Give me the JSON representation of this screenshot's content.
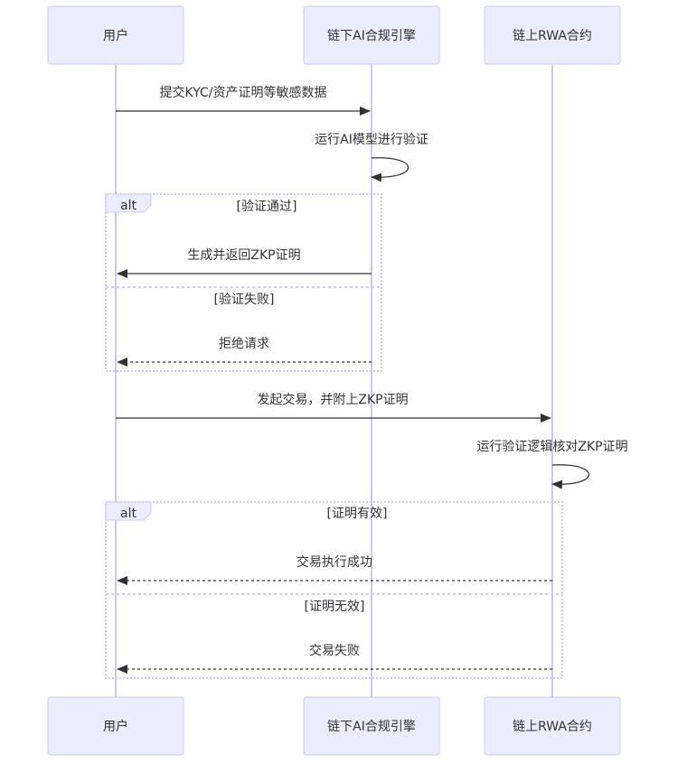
{
  "actors": [
    {
      "id": "user",
      "label": "用户"
    },
    {
      "id": "engine",
      "label": "链下AI合规引擎"
    },
    {
      "id": "contract",
      "label": "链上RWA合约"
    }
  ],
  "messages": [
    {
      "id": "m1",
      "from": "user",
      "to": "engine",
      "style": "solid",
      "text": "提交KYC/资产证明等敏感数据"
    },
    {
      "id": "m2",
      "from": "engine",
      "to": "engine",
      "style": "solid",
      "text": "运行AI模型进行验证"
    },
    {
      "id": "m3",
      "from": "engine",
      "to": "user",
      "style": "solid",
      "text": "生成并返回ZKP证明"
    },
    {
      "id": "m4",
      "from": "engine",
      "to": "user",
      "style": "dashed",
      "text": "拒绝请求"
    },
    {
      "id": "m5",
      "from": "user",
      "to": "contract",
      "style": "solid",
      "text": "发起交易，并附上ZKP证明"
    },
    {
      "id": "m6",
      "from": "contract",
      "to": "contract",
      "style": "solid",
      "text": "运行验证逻辑核对ZKP证明"
    },
    {
      "id": "m7",
      "from": "contract",
      "to": "user",
      "style": "dashed",
      "text": "交易执行成功"
    },
    {
      "id": "m8",
      "from": "contract",
      "to": "user",
      "style": "dashed",
      "text": "交易失败"
    }
  ],
  "alt_blocks": [
    {
      "id": "alt1",
      "keyword": "alt",
      "conditions": [
        "[验证通过]",
        "[验证失败]"
      ]
    },
    {
      "id": "alt2",
      "keyword": "alt",
      "conditions": [
        "[证明有效]",
        "[证明无效]"
      ]
    }
  ],
  "colors": {
    "actor_fill": "#ececff",
    "actor_stroke": "#ccccf5",
    "lifeline": "#c8c8f0",
    "arrow": "#333333",
    "text": "#333333"
  }
}
